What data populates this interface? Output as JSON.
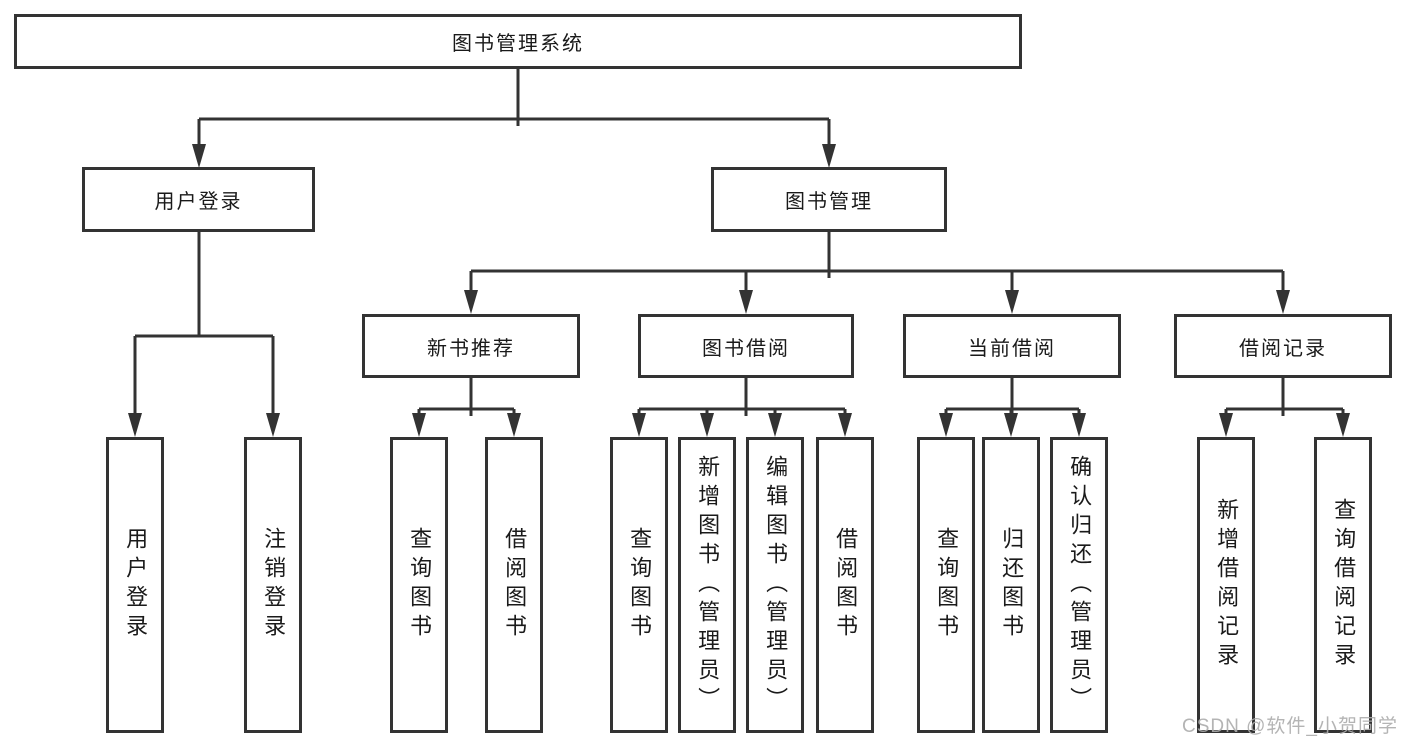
{
  "diagram": {
    "root": {
      "label": "图书管理系统"
    },
    "level2": [
      {
        "label": "用户登录"
      },
      {
        "label": "图书管理"
      }
    ],
    "level3": [
      {
        "label": "新书推荐",
        "parent": "图书管理"
      },
      {
        "label": "图书借阅",
        "parent": "图书管理"
      },
      {
        "label": "当前借阅",
        "parent": "图书管理"
      },
      {
        "label": "借阅记录",
        "parent": "图书管理"
      }
    ],
    "leaves": [
      {
        "label": "用户登录",
        "parent": "用户登录"
      },
      {
        "label": "注销登录",
        "parent": "用户登录"
      },
      {
        "label": "查询图书",
        "parent": "新书推荐"
      },
      {
        "label": "借阅图书",
        "parent": "新书推荐"
      },
      {
        "label": "查询图书",
        "parent": "图书借阅"
      },
      {
        "label": "新增图书（管理员）",
        "parent": "图书借阅"
      },
      {
        "label": "编辑图书（管理员）",
        "parent": "图书借阅"
      },
      {
        "label": "借阅图书",
        "parent": "图书借阅"
      },
      {
        "label": "查询图书",
        "parent": "当前借阅"
      },
      {
        "label": "归还图书",
        "parent": "当前借阅"
      },
      {
        "label": "确认归还（管理员）",
        "parent": "当前借阅"
      },
      {
        "label": "新增借阅记录",
        "parent": "借阅记录"
      },
      {
        "label": "查询借阅记录",
        "parent": "借阅记录"
      }
    ]
  },
  "watermark": {
    "text": "CSDN @软件_小贺同学"
  },
  "colors": {
    "line": "#333333",
    "box_border": "#333333",
    "text": "#1a1a1a",
    "watermark": "#acacac",
    "background": "#ffffff"
  }
}
